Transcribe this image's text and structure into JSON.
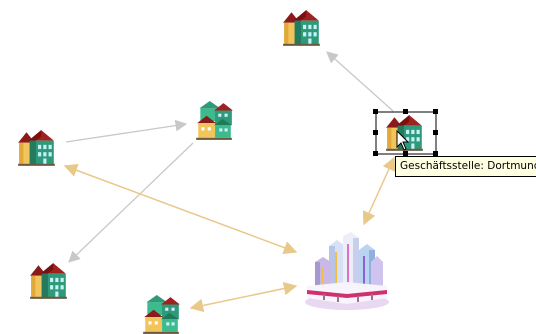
{
  "diagram": {
    "nodes": [
      {
        "id": "house-top",
        "icon": "house-icon"
      },
      {
        "id": "house-selected",
        "icon": "house-icon",
        "selected": true
      },
      {
        "id": "house-cluster-mid",
        "icon": "house-cluster-icon"
      },
      {
        "id": "house-left",
        "icon": "house-icon"
      },
      {
        "id": "house-bottom-left",
        "icon": "house-icon"
      },
      {
        "id": "house-cluster-bottom",
        "icon": "house-cluster-icon"
      },
      {
        "id": "headquarters",
        "icon": "office-towers-icon"
      }
    ],
    "edges": [
      {
        "from": "house-selected",
        "to": "house-top",
        "color": "gray",
        "arrow": "end"
      },
      {
        "from": "house-left",
        "to": "house-cluster-mid",
        "color": "gray",
        "arrow": "end"
      },
      {
        "from": "house-cluster-mid",
        "to": "house-bottom-left",
        "color": "gray",
        "arrow": "end"
      },
      {
        "from": "house-left",
        "to": "headquarters",
        "color": "gold",
        "arrow": "both"
      },
      {
        "from": "house-cluster-bottom",
        "to": "headquarters",
        "color": "gold",
        "arrow": "both"
      },
      {
        "from": "house-selected",
        "to": "headquarters",
        "color": "gold",
        "arrow": "both"
      }
    ],
    "colors": {
      "gray_edge": "#c8c8c8",
      "gold_edge": "#e8c98a",
      "tooltip_bg": "#ffffe1"
    }
  },
  "tooltip": {
    "text": "Geschäftsstelle: Dortmund"
  }
}
